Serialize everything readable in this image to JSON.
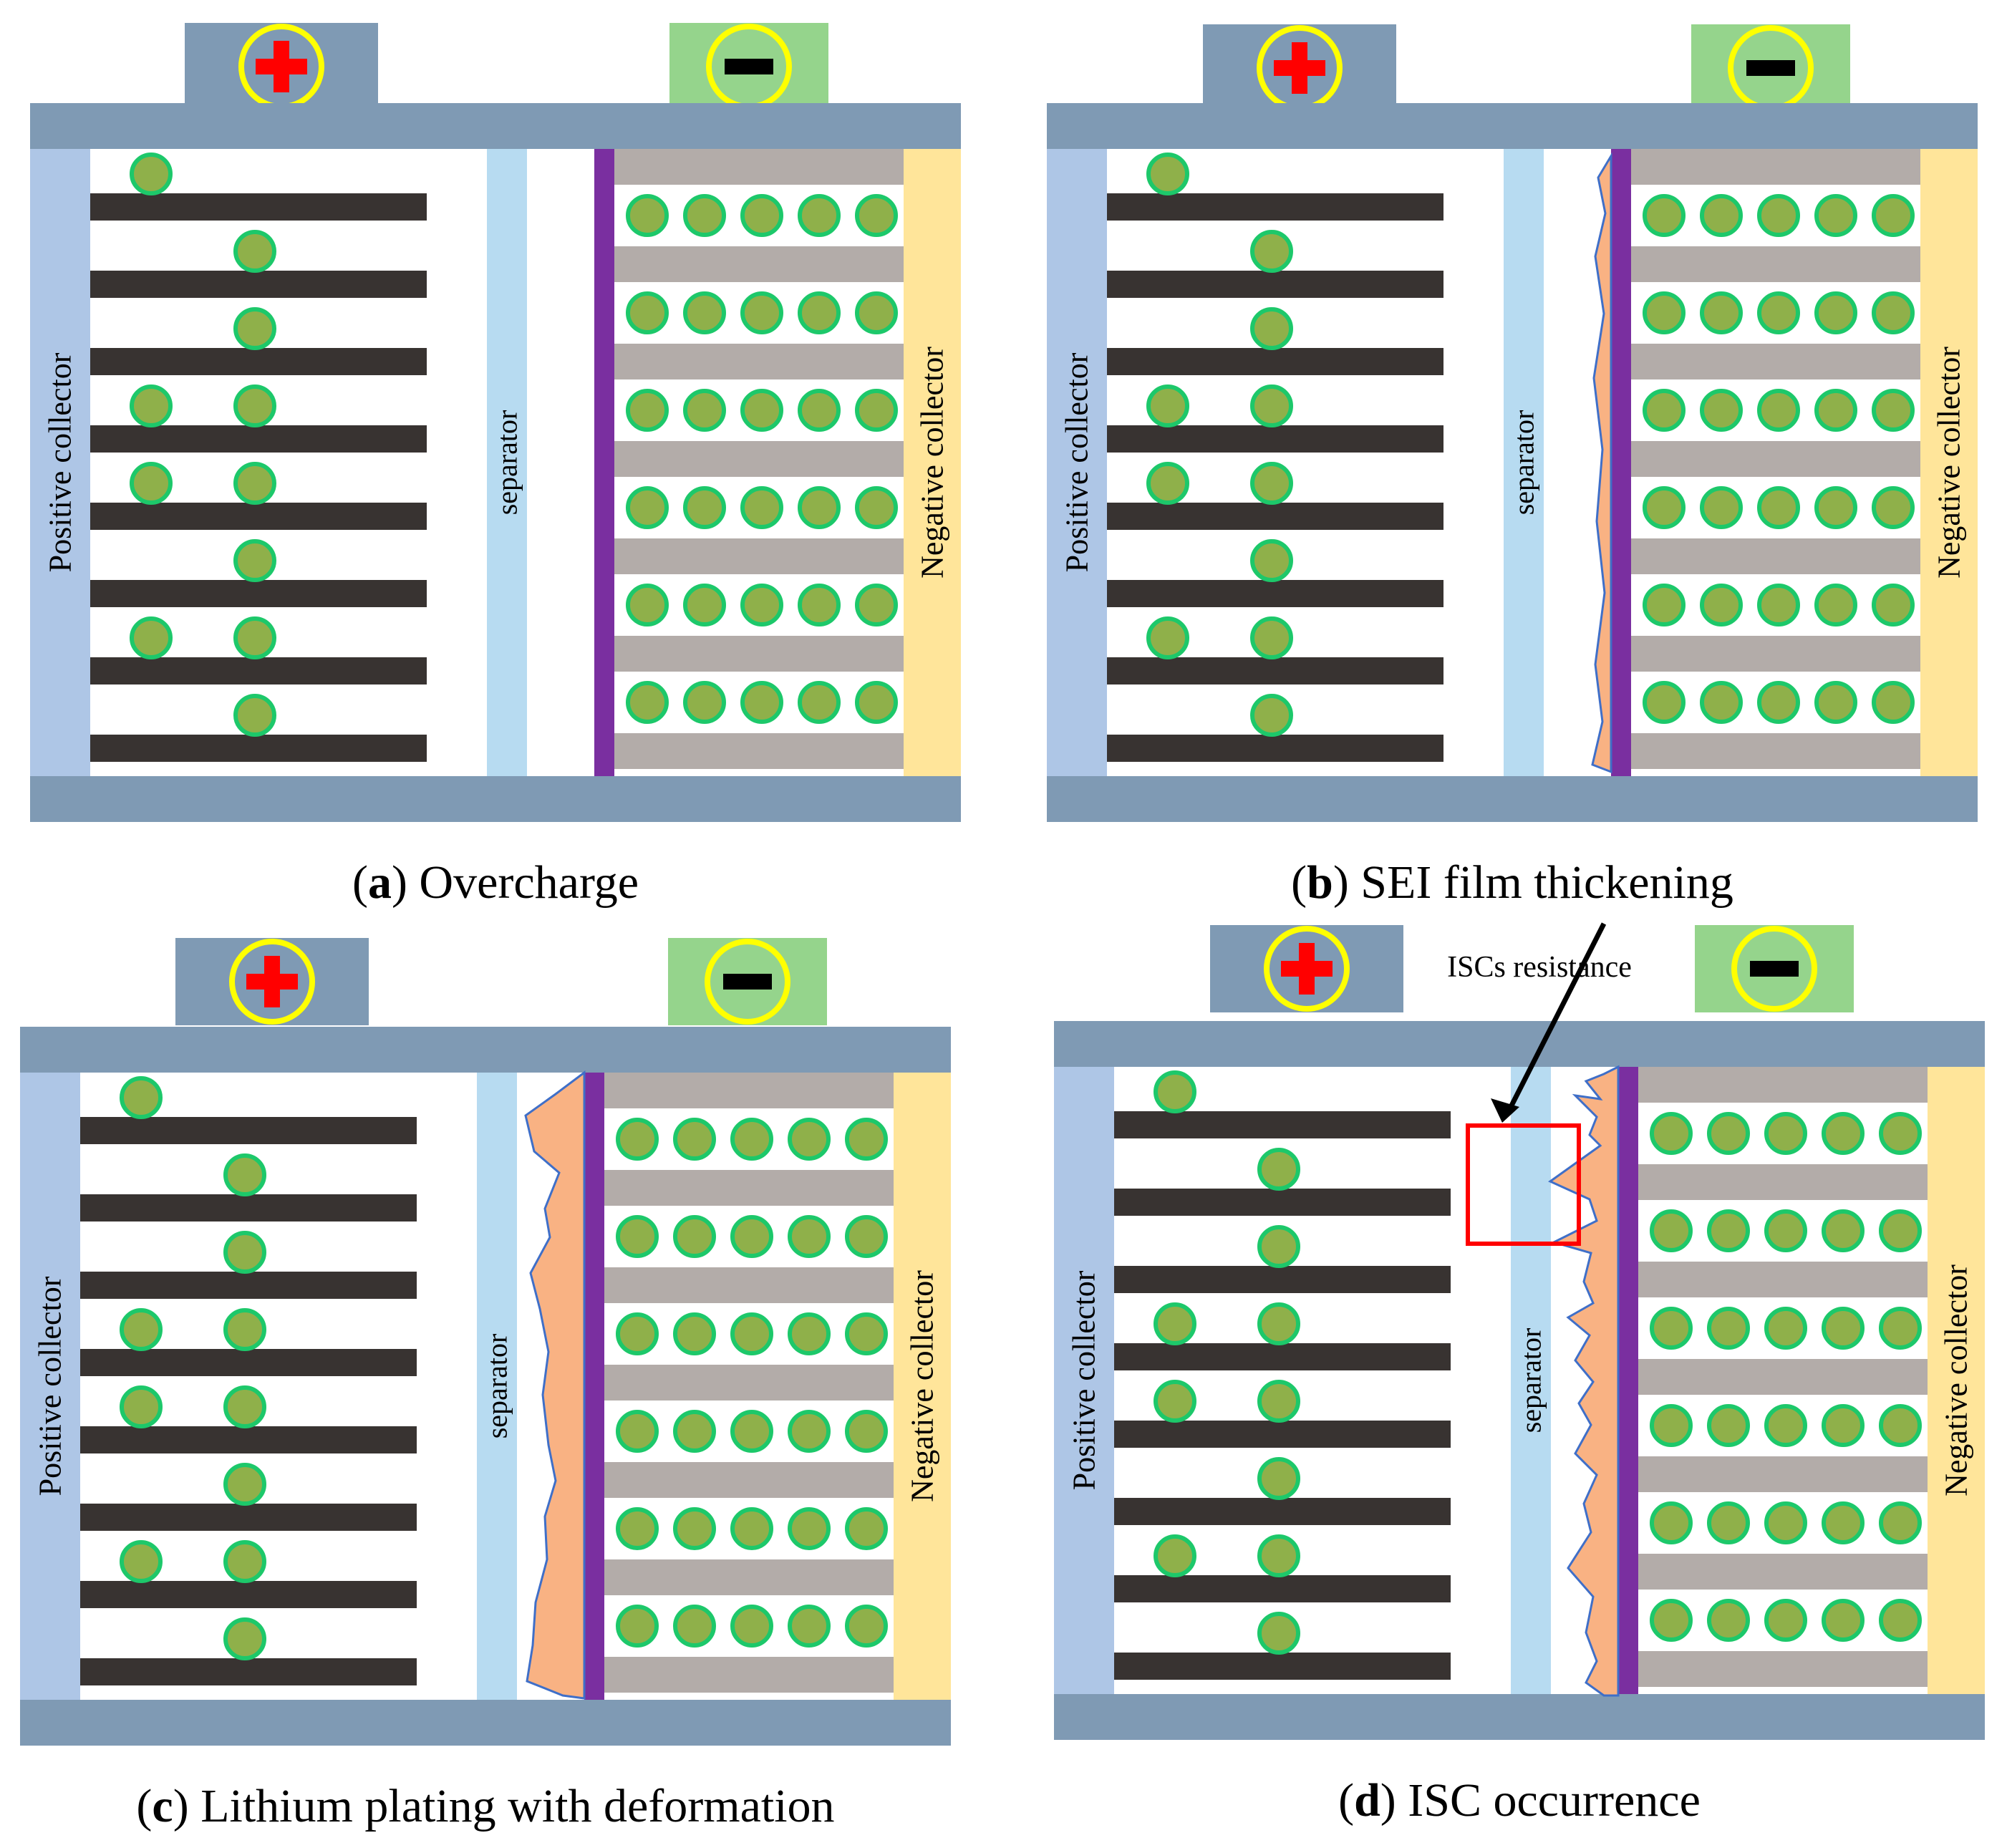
{
  "labels": {
    "positive_collector": "Positive collector",
    "negative_collector": "Negative collector",
    "separator": "separator",
    "isc_resistance": "ISCs  resistance"
  },
  "panels": [
    {
      "letter": "a",
      "title": "Overcharge",
      "growth": "none"
    },
    {
      "letter": "b",
      "title": "SEI film thickening",
      "growth": "sei"
    },
    {
      "letter": "c",
      "title": "Lithium plating with deformation",
      "growth": "plating"
    },
    {
      "letter": "d",
      "title": "ISC occurrence",
      "growth": "isc"
    }
  ],
  "colors": {
    "casing": "#7f9ab4",
    "positive_terminal": "#7f9ab4",
    "negative_terminal": "#95d48c",
    "terminal_ring": "#ffff00",
    "plus_sign": "#ff0000",
    "minus_sign": "#000000",
    "positive_collector": "#aec6e6",
    "negative_collector": "#ffe59a",
    "separator": "#b7dbf1",
    "cathode_layer": "#383331",
    "anode_layer": "#b3aca9",
    "purple_interface": "#7a2fa0",
    "lithium_ion_fill": "#8fb04a",
    "lithium_ion_stroke": "#1dc86a",
    "growth_fill": "#f9b283",
    "growth_stroke": "#3f6fc8",
    "highlight_box": "#ff0000",
    "arrow": "#000000"
  },
  "icons": [
    "plus-icon",
    "minus-icon",
    "arrow-icon"
  ]
}
